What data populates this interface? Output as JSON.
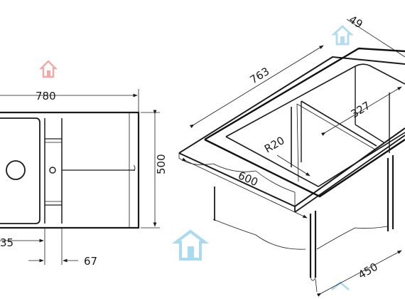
{
  "title": "",
  "dimensions": {
    "top_width": "780",
    "top_height": "500",
    "bottom_left": "35",
    "bottom_right": "67",
    "iso_length": "763",
    "iso_corner": "49",
    "iso_bowl": "327",
    "iso_radius": "R20",
    "iso_depth": "600",
    "iso_cabinet": "450"
  },
  "watermark": {
    "icon": "house-icon",
    "colors": {
      "red": "#f2b6b4",
      "blue": "#9ed3ec"
    }
  }
}
